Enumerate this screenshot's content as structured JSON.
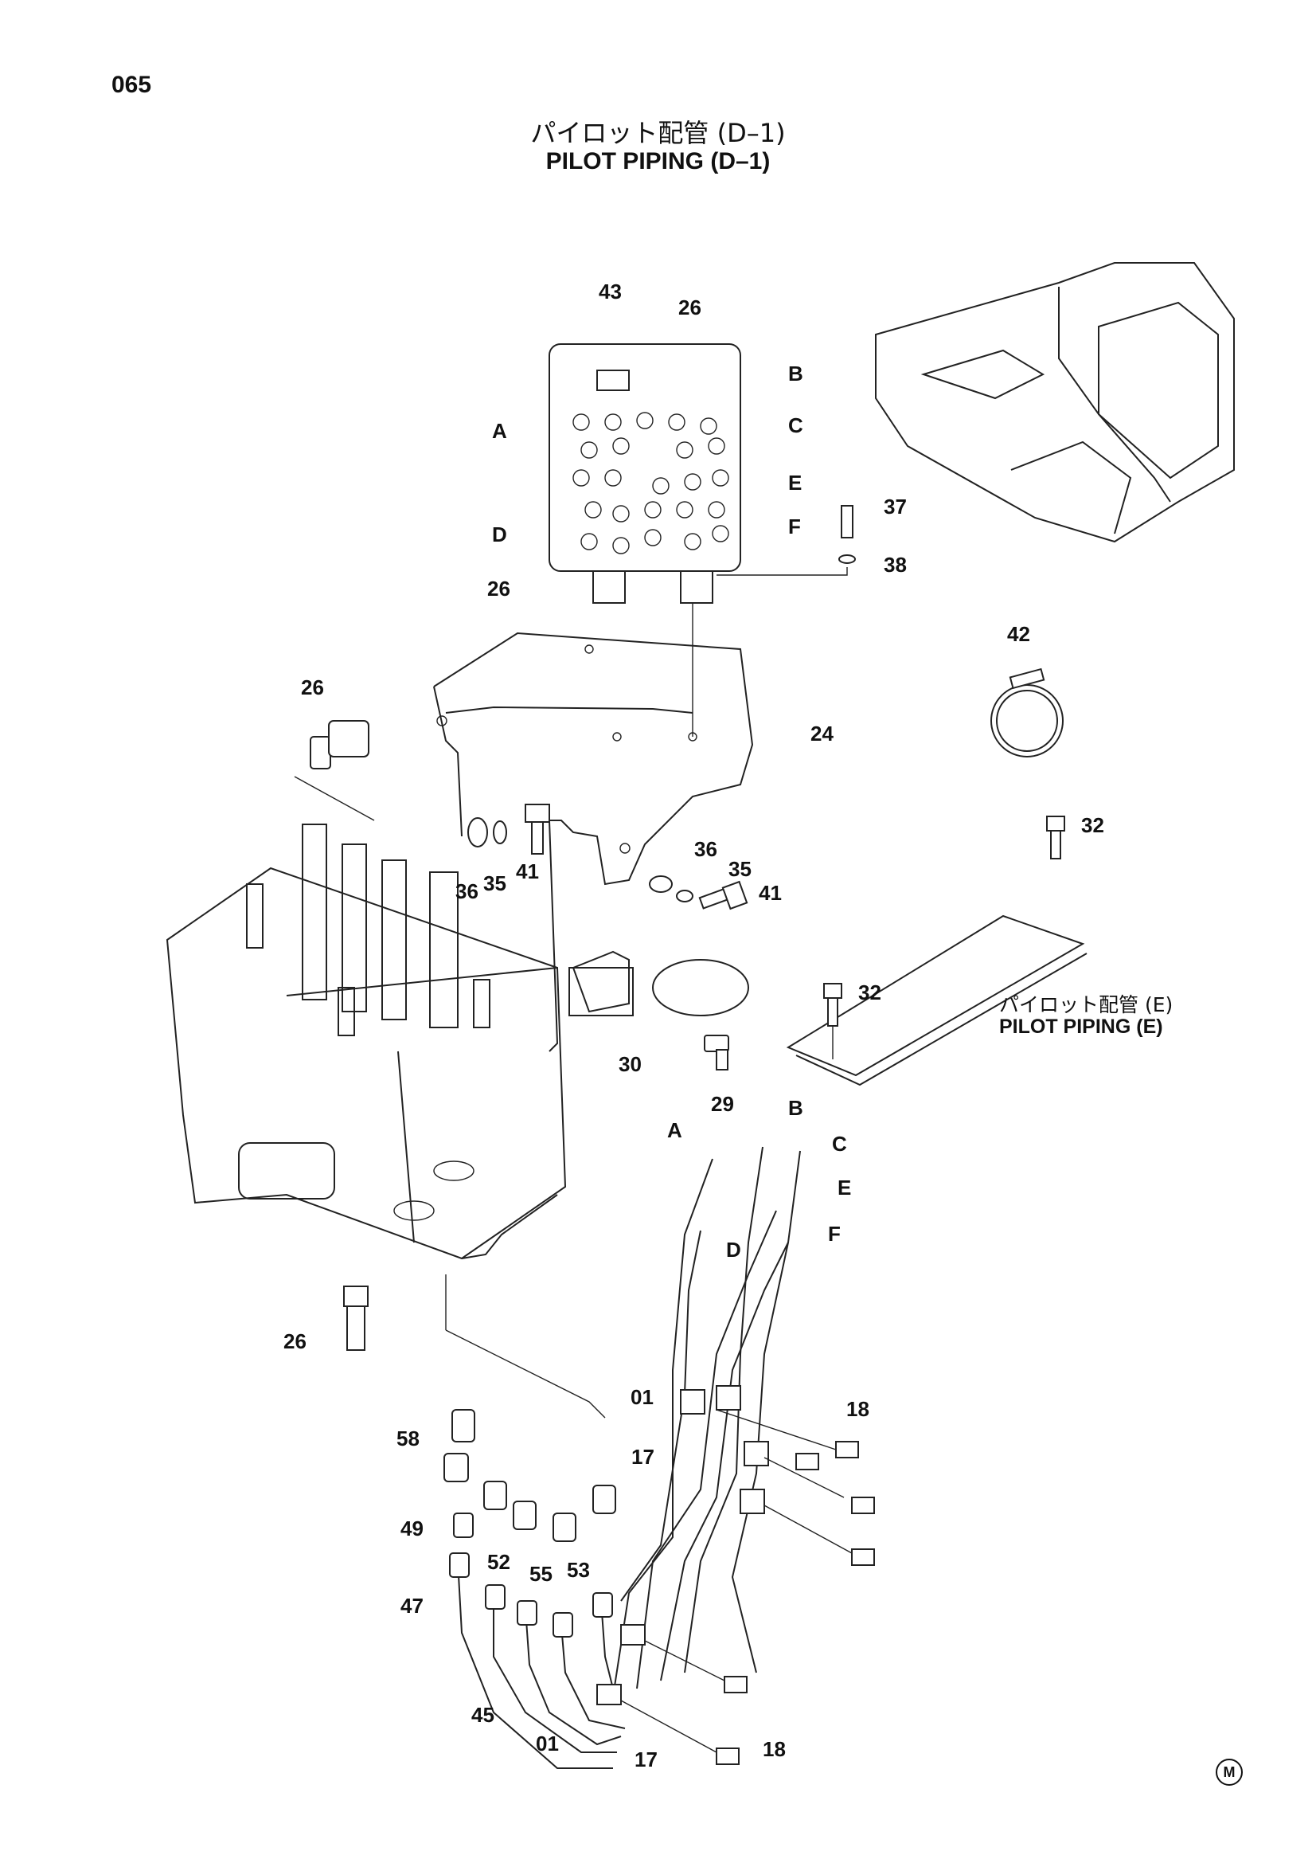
{
  "page_number": "065",
  "title_ja": "パイロット配管 (D–1)",
  "title_en": "PILOT PIPING (D–1)",
  "sub_ref_ja": "パイロット配管 (E)",
  "sub_ref_en": "PILOT PIPING (E)",
  "maker_mark": "M",
  "callouts": [
    {
      "id": "c-43",
      "text": "43"
    },
    {
      "id": "c-26a",
      "text": "26"
    },
    {
      "id": "c-B1",
      "text": "B"
    },
    {
      "id": "c-A1",
      "text": "A"
    },
    {
      "id": "c-C1",
      "text": "C"
    },
    {
      "id": "c-E1",
      "text": "E"
    },
    {
      "id": "c-37",
      "text": "37"
    },
    {
      "id": "c-D1",
      "text": "D"
    },
    {
      "id": "c-F1",
      "text": "F"
    },
    {
      "id": "c-38",
      "text": "38"
    },
    {
      "id": "c-26b",
      "text": "26"
    },
    {
      "id": "c-42",
      "text": "42"
    },
    {
      "id": "c-26c",
      "text": "26"
    },
    {
      "id": "c-24",
      "text": "24"
    },
    {
      "id": "c-32a",
      "text": "32"
    },
    {
      "id": "c-36a",
      "text": "36"
    },
    {
      "id": "c-35a",
      "text": "35"
    },
    {
      "id": "c-41a",
      "text": "41"
    },
    {
      "id": "c-36b",
      "text": "36"
    },
    {
      "id": "c-35b",
      "text": "35"
    },
    {
      "id": "c-41b",
      "text": "41"
    },
    {
      "id": "c-32b",
      "text": "32"
    },
    {
      "id": "c-30",
      "text": "30"
    },
    {
      "id": "c-29",
      "text": "29"
    },
    {
      "id": "c-A2",
      "text": "A"
    },
    {
      "id": "c-B2",
      "text": "B"
    },
    {
      "id": "c-C2",
      "text": "C"
    },
    {
      "id": "c-E2",
      "text": "E"
    },
    {
      "id": "c-D2",
      "text": "D"
    },
    {
      "id": "c-F2",
      "text": "F"
    },
    {
      "id": "c-26d",
      "text": "26"
    },
    {
      "id": "c-01a",
      "text": "01"
    },
    {
      "id": "c-18a",
      "text": "18"
    },
    {
      "id": "c-58",
      "text": "58"
    },
    {
      "id": "c-17a",
      "text": "17"
    },
    {
      "id": "c-49",
      "text": "49"
    },
    {
      "id": "c-52",
      "text": "52"
    },
    {
      "id": "c-55",
      "text": "55"
    },
    {
      "id": "c-53",
      "text": "53"
    },
    {
      "id": "c-47",
      "text": "47"
    },
    {
      "id": "c-45",
      "text": "45"
    },
    {
      "id": "c-01b",
      "text": "01"
    },
    {
      "id": "c-17b",
      "text": "17"
    },
    {
      "id": "c-18b",
      "text": "18"
    }
  ]
}
